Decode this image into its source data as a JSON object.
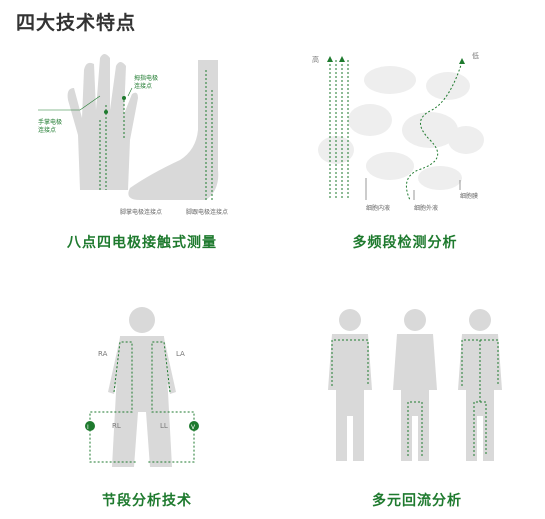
{
  "heading": "四大技术特点",
  "panels": {
    "eight_point": {
      "caption": "八点四电极接触式测量",
      "labels": {
        "palm": "手掌电极\n连接点",
        "thumb": "拇指电极\n连接点",
        "sole": "脚掌电极连接点",
        "heel": "脚跟电极连接点"
      }
    },
    "multi_freq": {
      "caption": "多频段检测分析",
      "labels": {
        "high": "高",
        "low": "低",
        "intracellular": "细胞内液",
        "extracellular": "细胞外液",
        "membrane": "细胞膜"
      }
    },
    "segment": {
      "caption": "节段分析技术",
      "labels": {
        "ra": "RA",
        "la": "LA",
        "rl": "RL",
        "ll": "LL",
        "i": "I",
        "v": "V"
      }
    },
    "multi_loop": {
      "caption": "多元回流分析"
    }
  },
  "colors": {
    "accent": "#1e7a2e",
    "silhouette": "#d9d9d9",
    "text": "#333333"
  }
}
